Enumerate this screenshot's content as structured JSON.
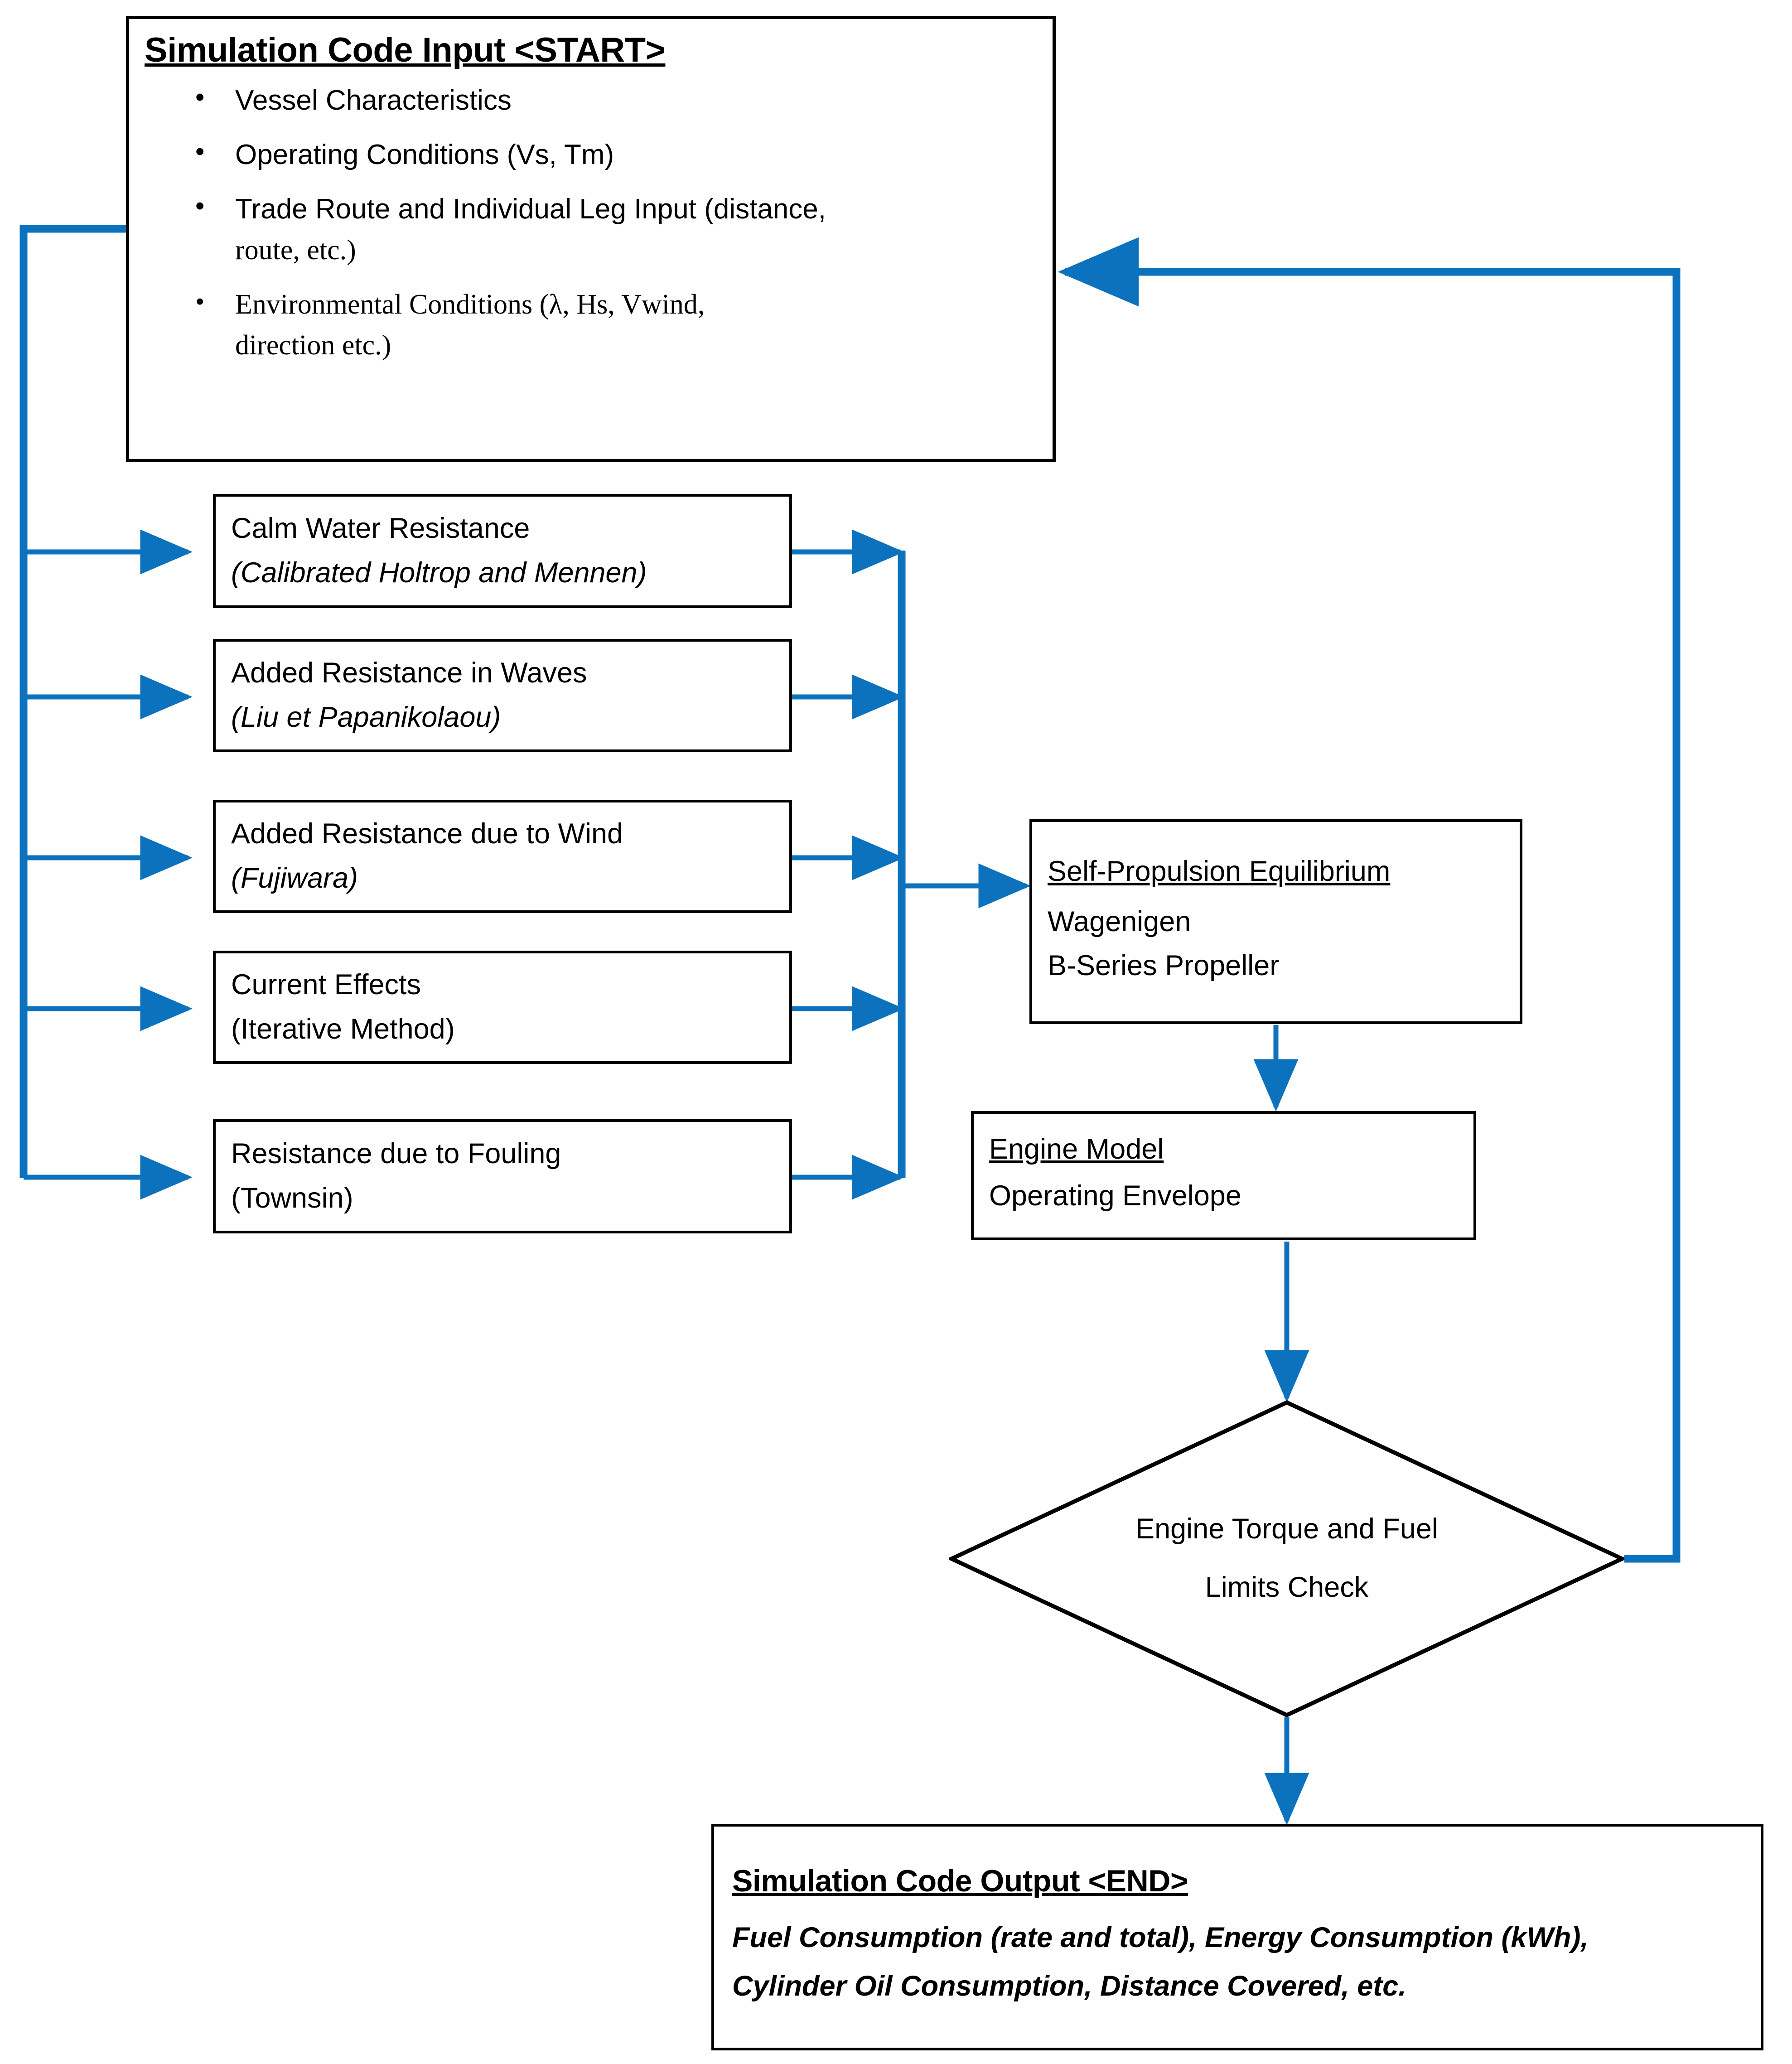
{
  "colors": {
    "wire": "#0c72bd",
    "outline": "#000000",
    "background": "#ffffff"
  },
  "input_block": {
    "title": "Simulation Code Input <START>",
    "bullets": [
      "Vessel Characteristics",
      "Operating Conditions (Vs, Tm)",
      "Trade Route and Individual Leg Input (distance, route, etc.)",
      "Environmental Conditions (λ, Hs, Vwind, direction etc.)"
    ],
    "bullet_1": "Vessel Characteristics",
    "bullet_2": "Operating Conditions (Vs, Tm)",
    "bullet_3_line1": "Trade Route and Individual Leg Input (distance,",
    "bullet_3_line2": "route, etc.)",
    "bullet_4_line1": "Environmental Conditions (λ, Hs, Vwind,",
    "bullet_4_line2": "direction etc.)"
  },
  "resistance_models": [
    {
      "name": "Calm Water Resistance",
      "method": "(Calibrated Holtrop and Mennen)",
      "method_italic": true
    },
    {
      "name": "Added Resistance in Waves",
      "method": "(Liu et Papanikolaou)",
      "method_italic": true
    },
    {
      "name": "Added Resistance due to Wind",
      "method": "(Fujiwara)",
      "method_italic": true
    },
    {
      "name": "Current Effects",
      "method": "(Iterative Method)",
      "method_italic": false
    },
    {
      "name": "Resistance due to Fouling",
      "method": "(Townsin)",
      "method_italic": false
    }
  ],
  "self_propulsion": {
    "title": "Self-Propulsion Equilibrium",
    "line1": "Wagenigen",
    "line2": "B-Series Propeller"
  },
  "engine_model": {
    "title": "Engine Model",
    "line1": "Operating Envelope"
  },
  "decision": {
    "line1": "Engine Torque and Fuel",
    "line2": "Limits Check"
  },
  "output_block": {
    "title": "Simulation Code Output <END>",
    "line1": "Fuel Consumption (rate and total), Energy Consumption (kWh),",
    "line2": "Cylinder Oil Consumption, Distance Covered, etc."
  }
}
